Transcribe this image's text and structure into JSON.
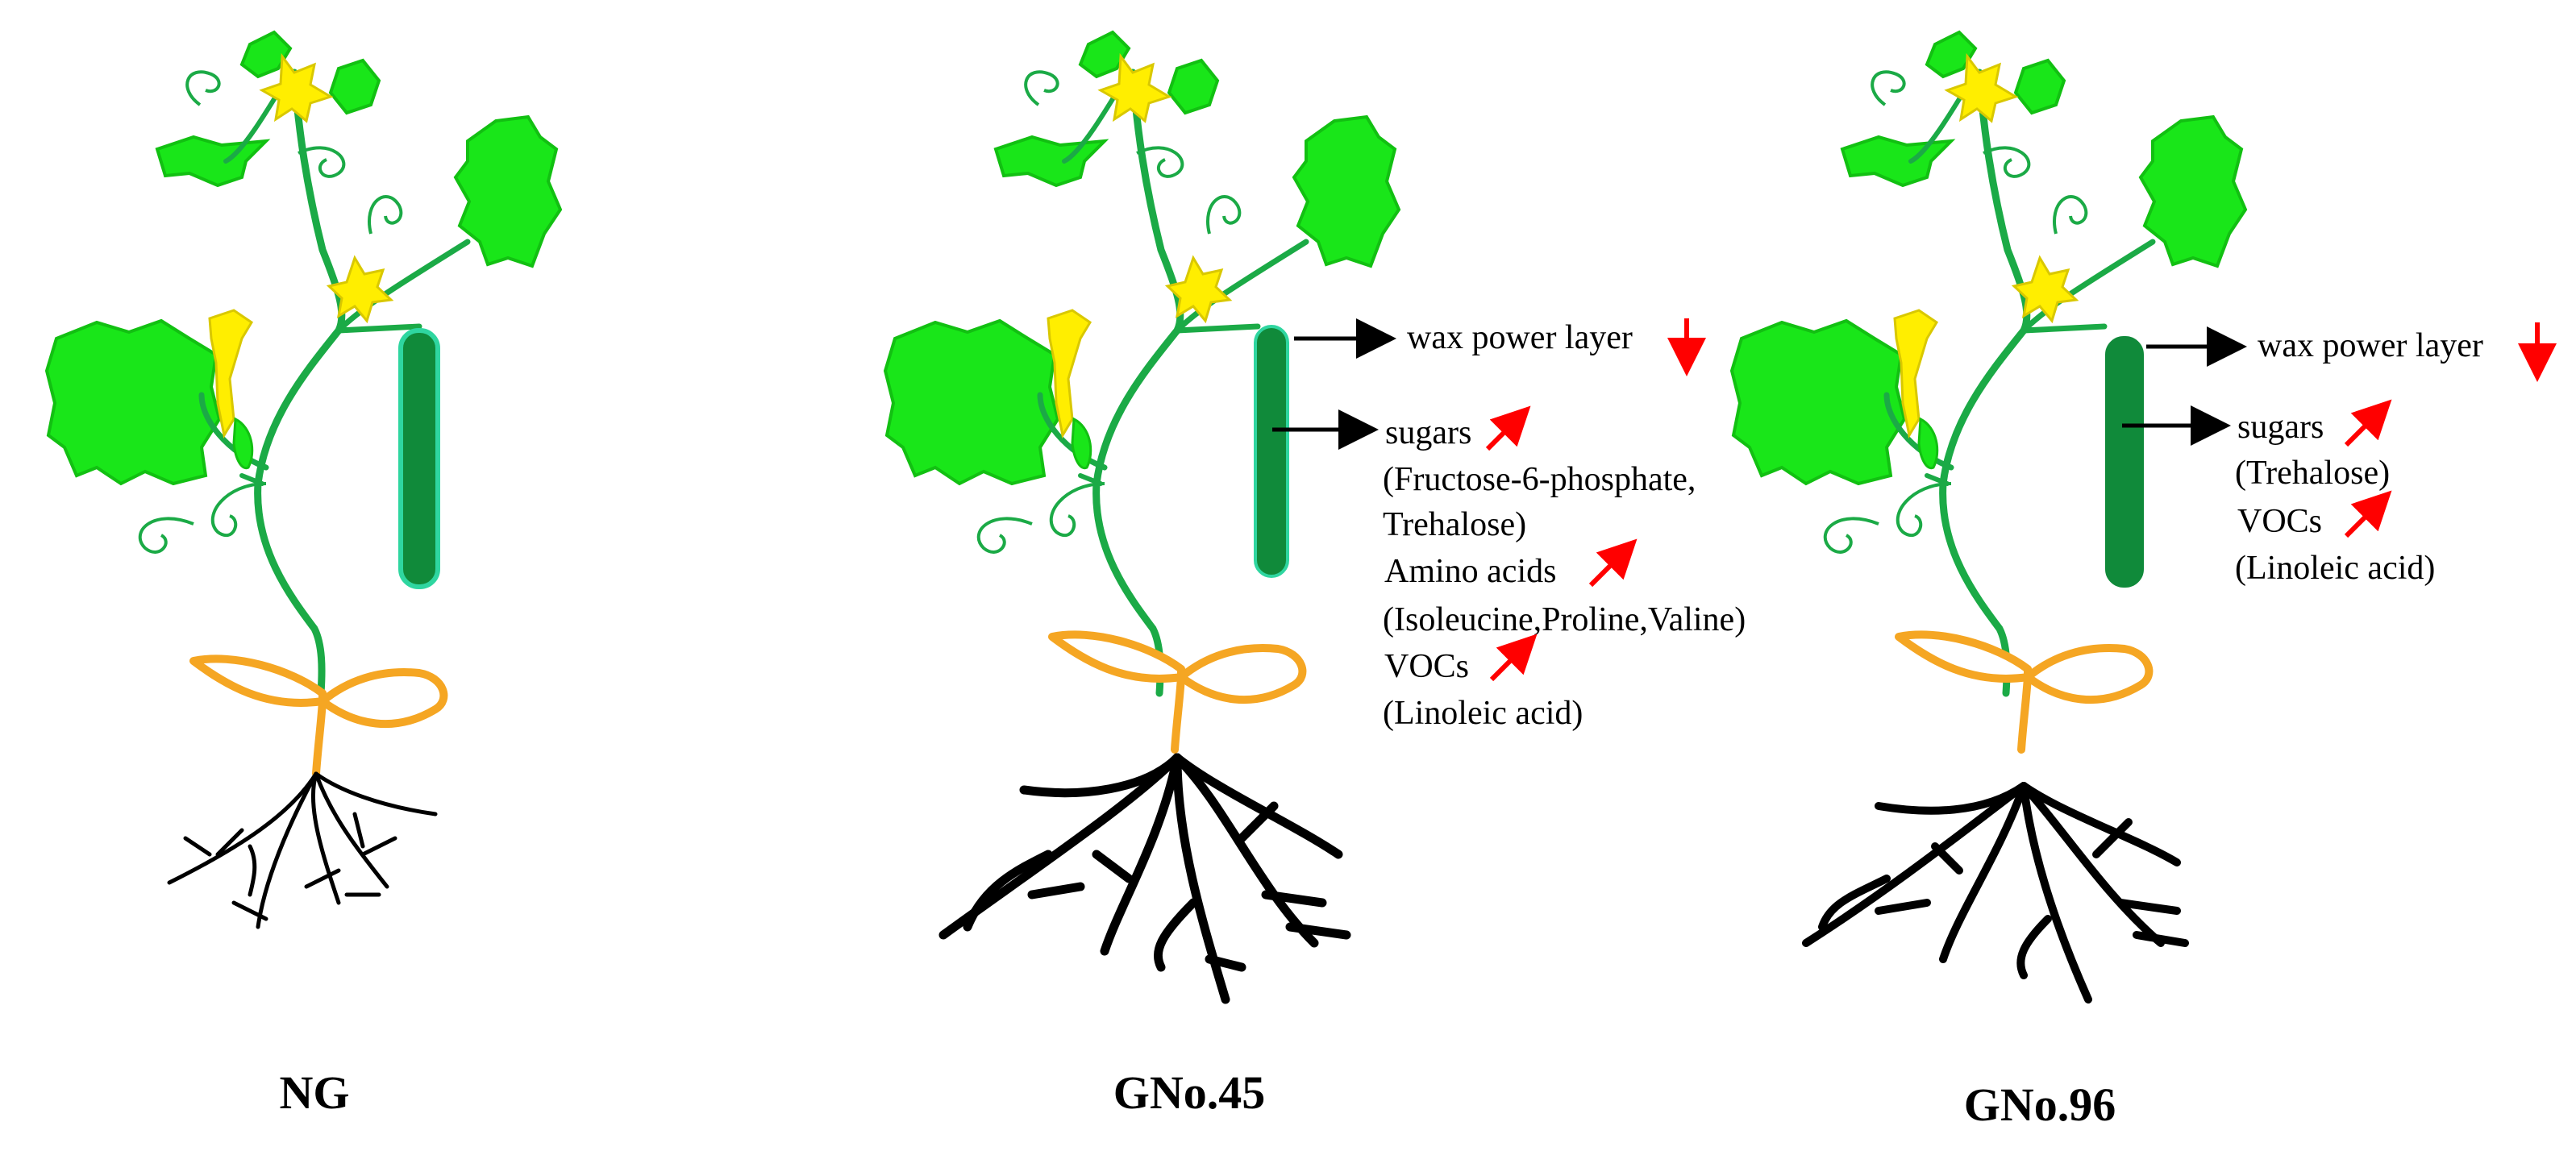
{
  "panels": [
    {
      "id": "ng",
      "caption": "NG",
      "annotations": []
    },
    {
      "id": "gno45",
      "caption": "GNo.45",
      "annotations": [
        {
          "text": "wax power layer",
          "trend": "down"
        },
        {
          "text": "sugars",
          "trend": "up"
        },
        {
          "text": "(Fructose-6-phosphate,",
          "trend": "none"
        },
        {
          "text": "Trehalose)",
          "trend": "none"
        },
        {
          "text": "Amino acids",
          "trend": "up"
        },
        {
          "text": "(Isoleucine,Proline,Valine)",
          "trend": "none"
        },
        {
          "text": "VOCs",
          "trend": "up"
        },
        {
          "text": "(Linoleic acid)",
          "trend": "none"
        }
      ]
    },
    {
      "id": "gno96",
      "caption": "GNo.96",
      "annotations": [
        {
          "text": "wax power layer",
          "trend": "down"
        },
        {
          "text": "sugars",
          "trend": "up"
        },
        {
          "text": "(Trehalose)",
          "trend": "none"
        },
        {
          "text": "VOCs",
          "trend": "up"
        },
        {
          "text": "(Linoleic acid)",
          "trend": "none"
        }
      ]
    }
  ],
  "colors": {
    "leaf": "#19E619",
    "leaf_outline": "#12C012",
    "stem": "#1BAA46",
    "flower": "#FFEE00",
    "flower_outline": "#D9C800",
    "fruit": "#108A3A",
    "fruit_outline": "#2FD6A0",
    "cotyledon": "#F5A623",
    "root": "#000000",
    "arrow_black": "#000000",
    "arrow_red": "#FF0000"
  }
}
